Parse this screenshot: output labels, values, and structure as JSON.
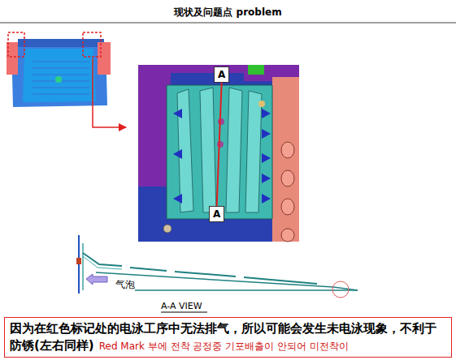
{
  "diagram": {
    "title": "现状及问题点 problem",
    "nodes": [
      {
        "text": [
          "A"
        ]
      },
      {
        "text": [
          "A"
        ]
      },
      {
        "text": [
          "因为在红色标记处的电泳工序中无法排气，所以可能会发生未电泳现象，不利于防锈(左右同样)",
          "Red Mark 부에 전착 공정중 기포배출이 안되어 미전착이"
        ]
      }
    ],
    "edges": [
      {
        "from": 0,
        "to": 1,
        "arrow": "none"
      }
    ],
    "labels": [
      "气泡",
      "A-A VIEW"
    ]
  }
}
